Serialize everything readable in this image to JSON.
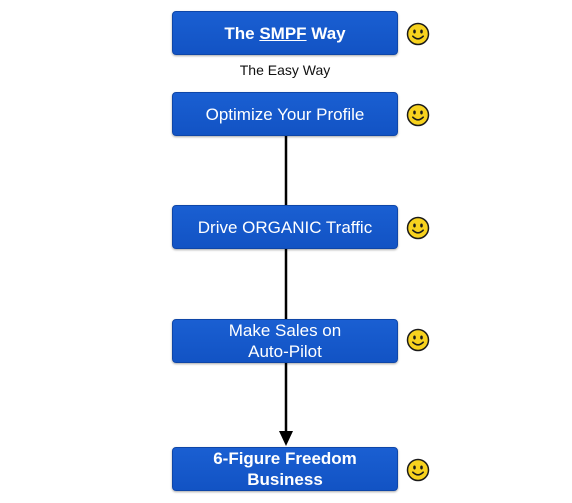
{
  "steps": [
    {
      "pre": "The ",
      "underlined": "SMPF",
      "post": " Way",
      "bold": true
    },
    {
      "text": "Optimize Your Profile"
    },
    {
      "text": "Drive ORGANIC Traffic"
    },
    {
      "line1": "Make Sales on",
      "line2": "Auto-Pilot"
    },
    {
      "line1": "6-Figure Freedom",
      "line2": "Business",
      "bold": true
    }
  ],
  "caption": "The Easy Way",
  "icons": {
    "status": "smiley-face-icon",
    "fill": "#f7d21e",
    "outline": "#1a1a1a"
  },
  "colors": {
    "box_fill": "#1a5fd2",
    "box_text": "#ffffff",
    "connector": "#000000"
  }
}
